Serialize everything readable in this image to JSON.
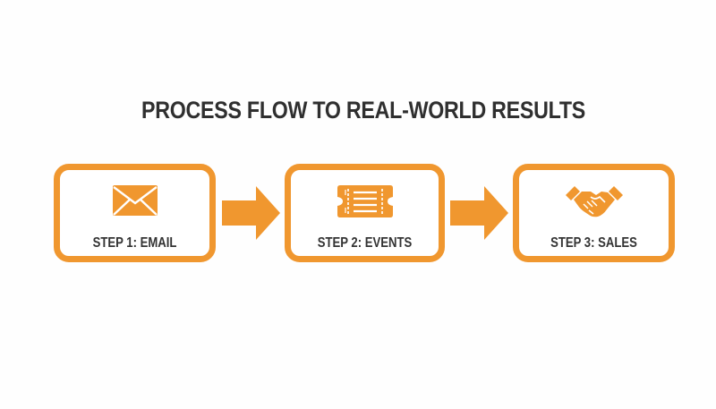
{
  "title": "PROCESS FLOW TO REAL-WORLD RESULTS",
  "colors": {
    "accent": "#f0972f",
    "text": "#333333",
    "background": "#fefefe"
  },
  "steps": [
    {
      "label": "STEP 1: EMAIL",
      "icon": "envelope-icon"
    },
    {
      "label": "STEP 2: EVENTS",
      "icon": "ticket-icon"
    },
    {
      "label": "STEP 3: SALES",
      "icon": "handshake-icon"
    }
  ],
  "connectors": [
    {
      "from": "STEP 1: EMAIL",
      "to": "STEP 2: EVENTS",
      "icon": "arrow-right-icon"
    },
    {
      "from": "STEP 2: EVENTS",
      "to": "STEP 3: SALES",
      "icon": "arrow-right-icon"
    }
  ]
}
